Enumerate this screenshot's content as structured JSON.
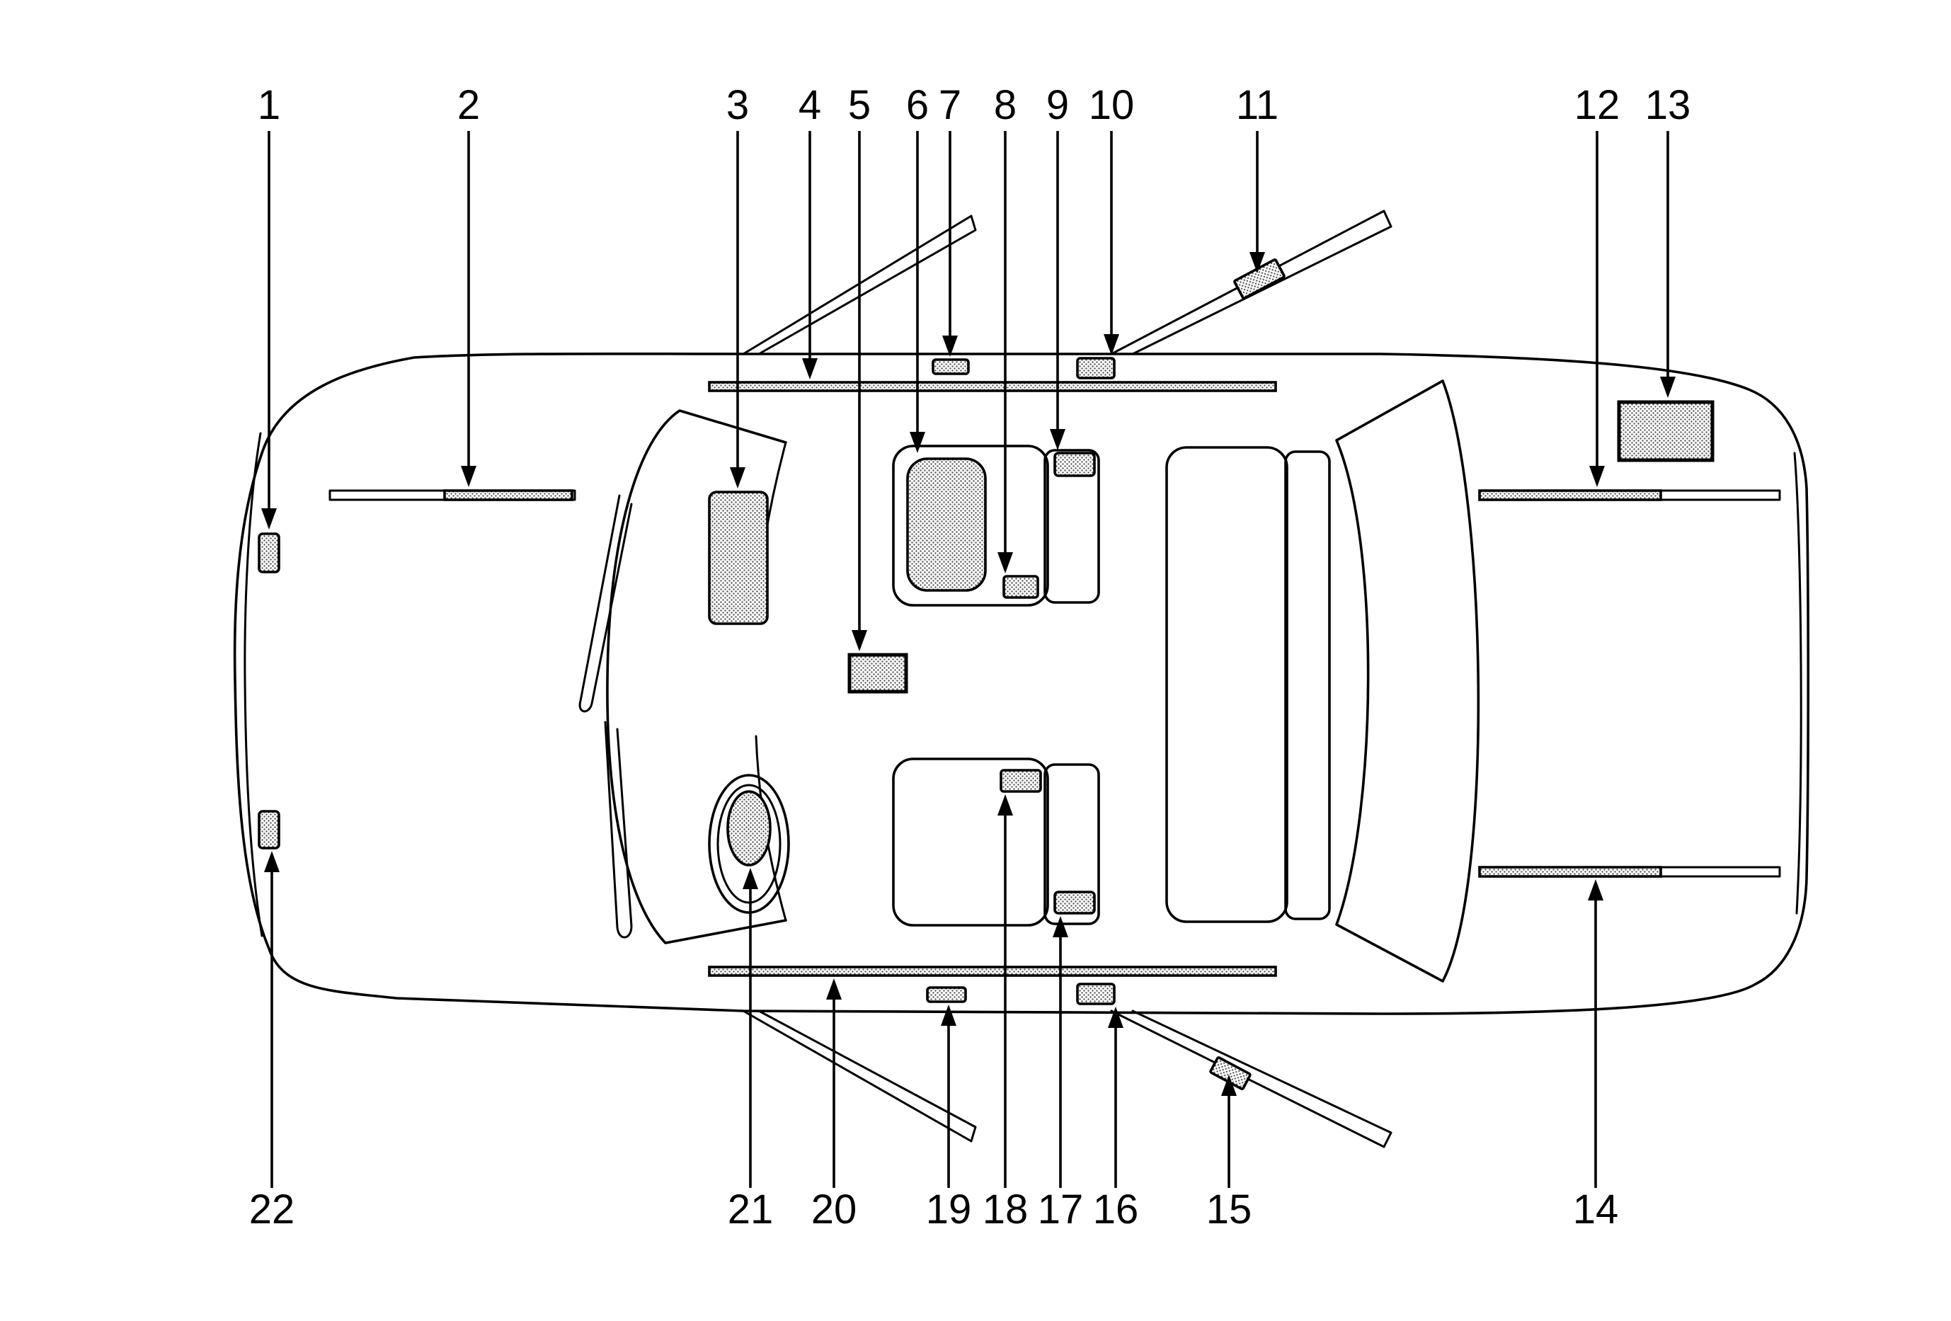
{
  "callouts": [
    "1",
    "2",
    "3",
    "4",
    "5",
    "6",
    "7",
    "8",
    "9",
    "10",
    "11",
    "12",
    "13",
    "14",
    "15",
    "16",
    "17",
    "18",
    "19",
    "20",
    "21",
    "22"
  ],
  "colors": {
    "line": "#000000",
    "background": "#ffffff",
    "component_fill": "#d6d6d6"
  }
}
